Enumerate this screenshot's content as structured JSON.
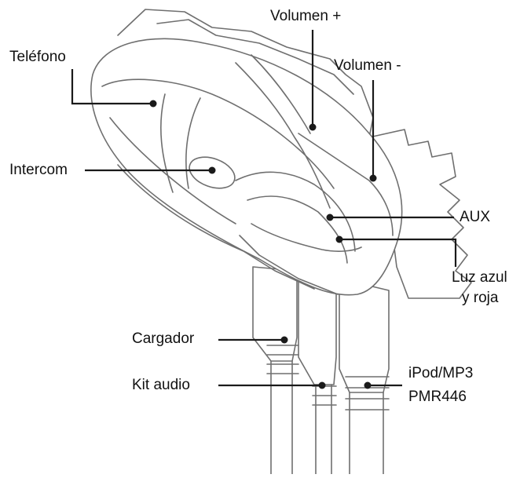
{
  "labels": {
    "telefono": "Teléfono",
    "volumen_mas": "Volumen +",
    "volumen_menos": "Volumen -",
    "intercom": "Intercom",
    "aux": "AUX",
    "luz_line1": "Luz azul",
    "luz_line2": "y roja",
    "cargador": "Cargador",
    "kit_audio": "Kit audio",
    "ipod": "iPod/MP3",
    "pmr": "PMR446"
  },
  "colors": {
    "ink": "#1a1a1a",
    "outline": "#6f6f6f",
    "panel": "#f2f2f2",
    "highlight": "#e4e4e4"
  }
}
